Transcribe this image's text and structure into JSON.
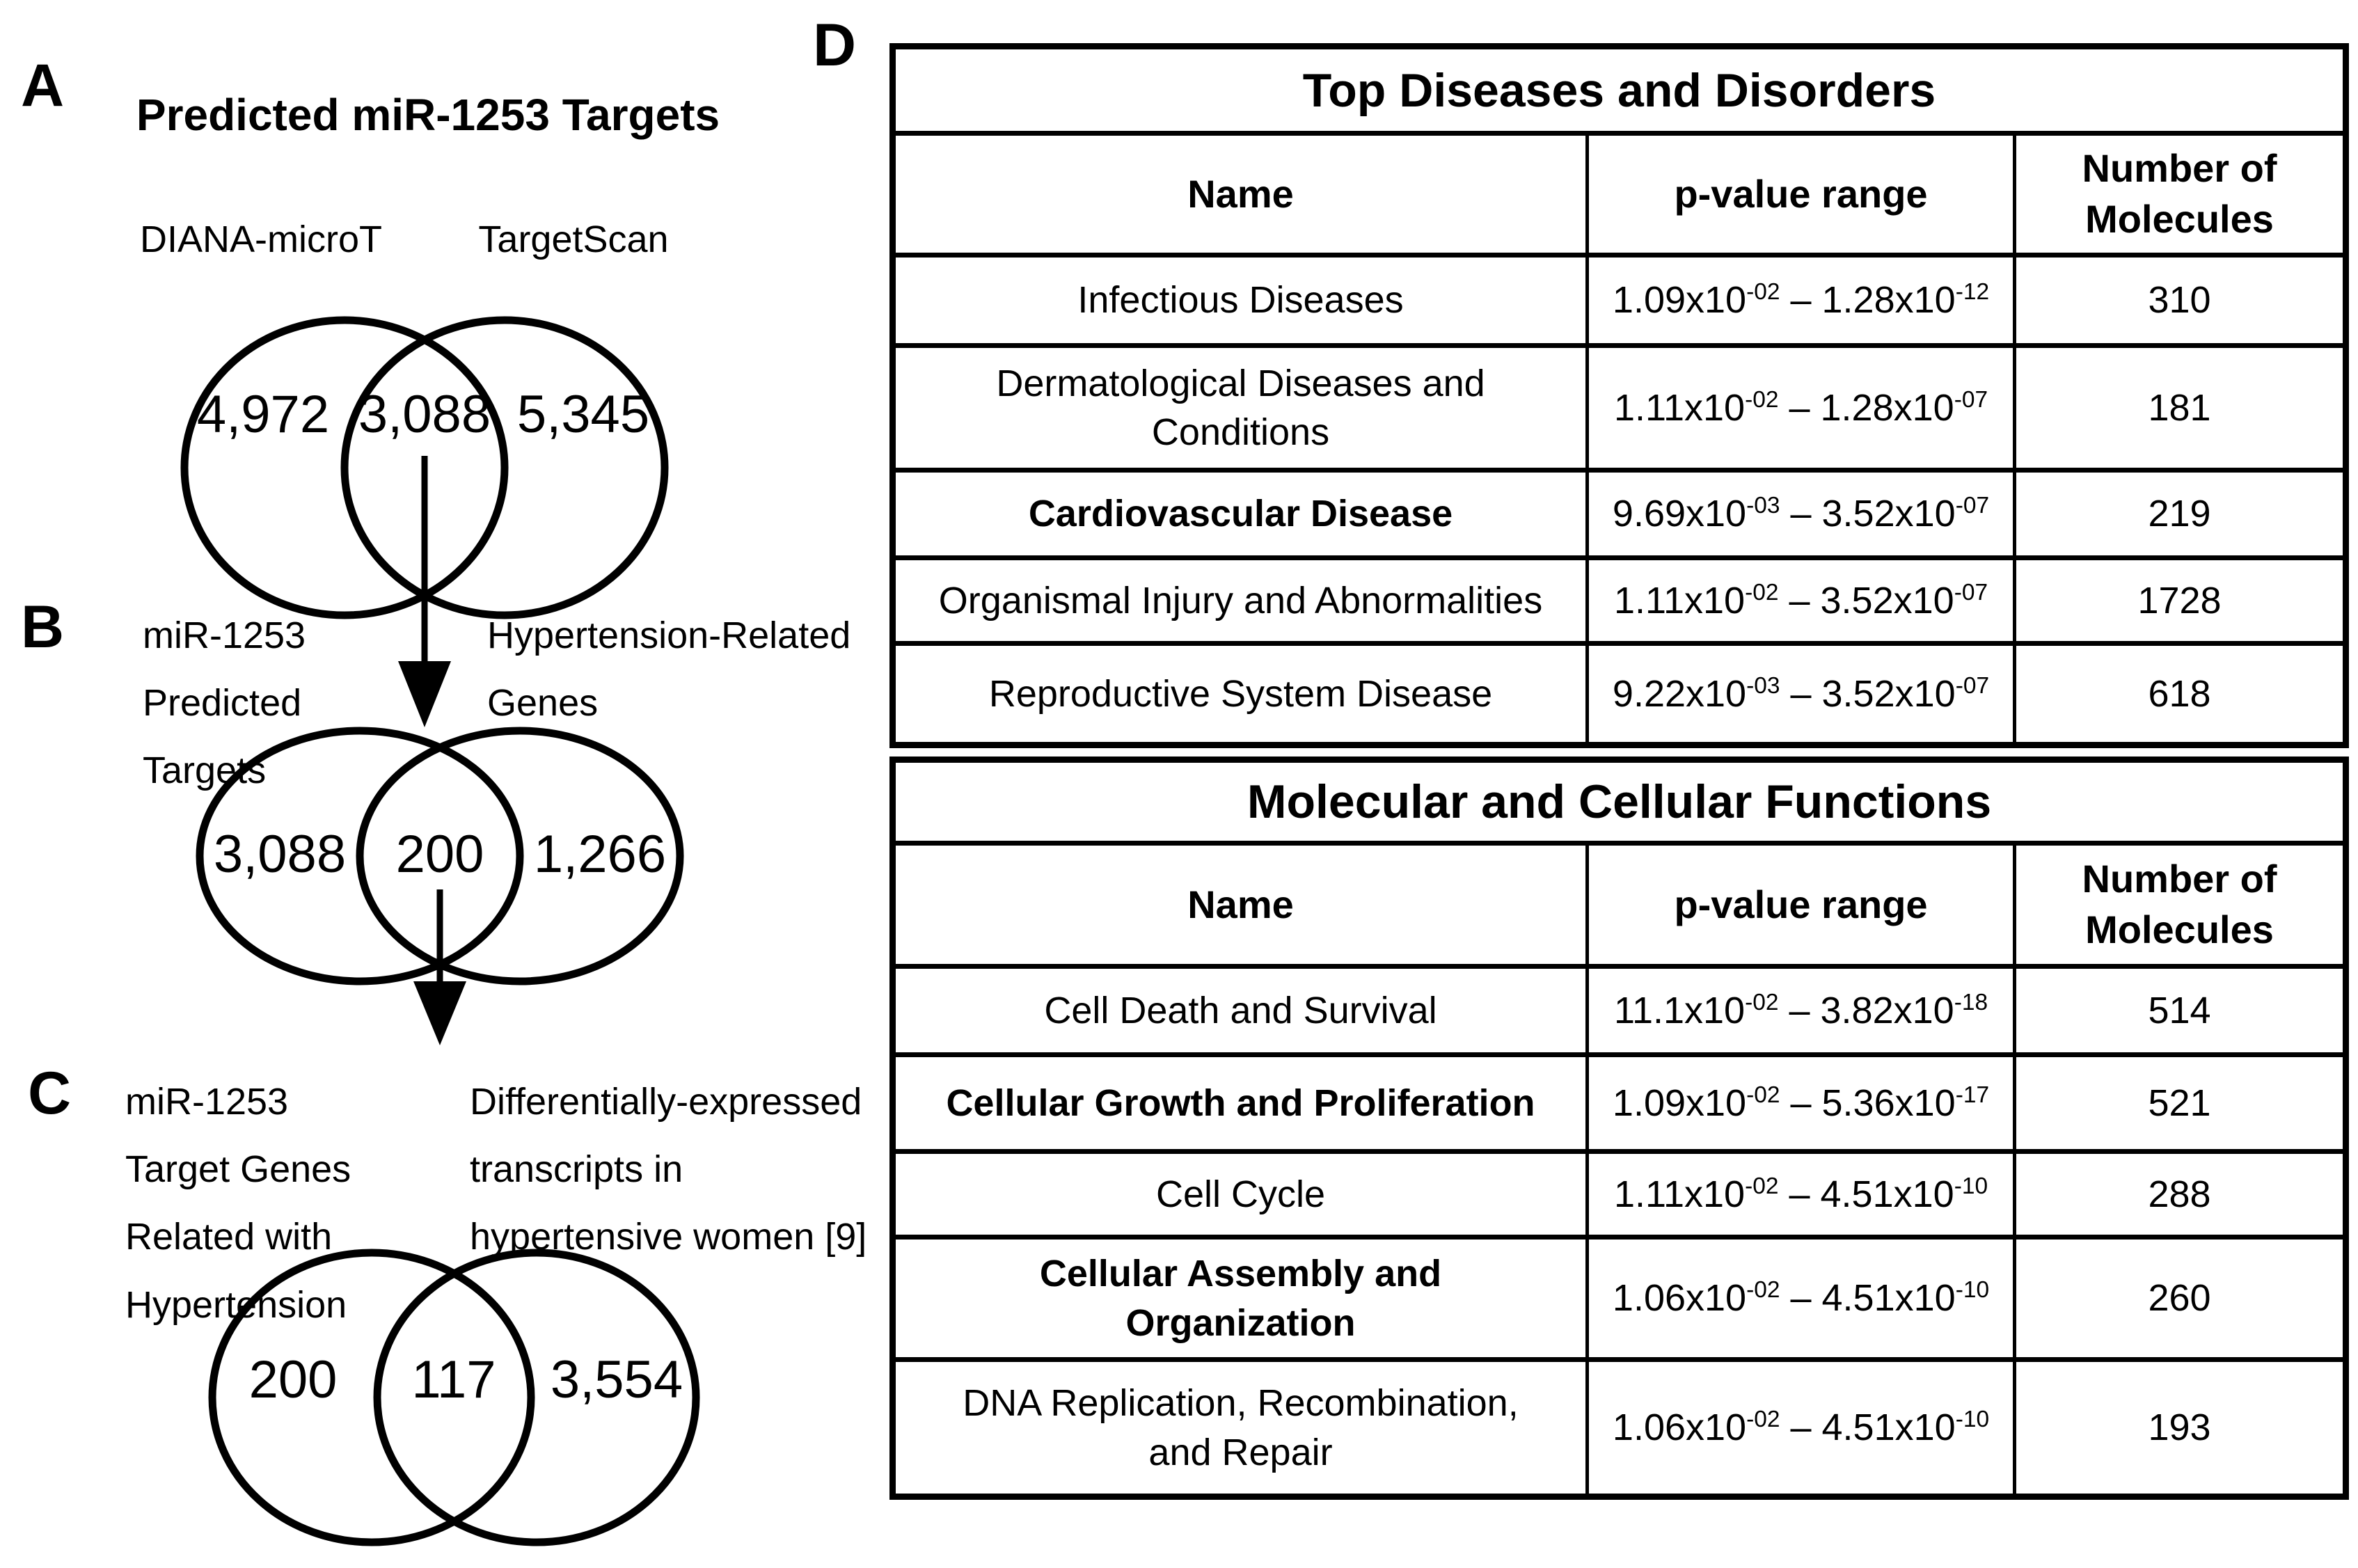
{
  "separator": " – ",
  "panels": {
    "a": {
      "letter": "A",
      "title": "Predicted miR-1253 Targets",
      "left_label": "DIANA-microT",
      "right_label": "TargetScan",
      "left_value": "4,972",
      "center_value": "3,088",
      "right_value": "5,345"
    },
    "b": {
      "letter": "B",
      "left_label": "miR-1253\nPredicted\nTargets",
      "right_label": "Hypertension-Related\nGenes",
      "left_value": "3,088",
      "center_value": "200",
      "right_value": "1,266"
    },
    "c": {
      "letter": "C",
      "left_label": "miR-1253\nTarget Genes\nRelated with\nHypertension",
      "right_label": "Differentially-expressed\ntranscripts in\nhypertensive women [9]",
      "left_value": "200",
      "center_value": "117",
      "right_value": "3,554"
    },
    "d": {
      "letter": "D"
    }
  },
  "tables": [
    {
      "title": "Top Diseases and Disorders",
      "columns": [
        "Name",
        "p-value range",
        "Number of\nMolecules"
      ],
      "rows": [
        {
          "name": "Infectious Diseases",
          "p1": "1.09x10",
          "e1": "-02",
          "p2": "1.28x10",
          "e2": "-12",
          "molecules": "310"
        },
        {
          "name": "Dermatological Diseases and\nConditions",
          "p1": "1.11x10",
          "e1": "-02",
          "p2": "1.28x10",
          "e2": "-07",
          "molecules": "181"
        },
        {
          "name": "Cardiovascular Disease",
          "p1": "9.69x10",
          "e1": "-03",
          "p2": "3.52x10",
          "e2": "-07",
          "molecules": "219"
        },
        {
          "name": "Organismal Injury and Abnormalities",
          "p1": "1.11x10",
          "e1": "-02",
          "p2": "3.52x10",
          "e2": "-07",
          "molecules": "1728"
        },
        {
          "name": "Reproductive System Disease",
          "p1": "9.22x10",
          "e1": "-03",
          "p2": "3.52x10",
          "e2": "-07",
          "molecules": "618"
        }
      ]
    },
    {
      "title": "Molecular and Cellular Functions",
      "columns": [
        "Name",
        "p-value range",
        "Number of\nMolecules"
      ],
      "rows": [
        {
          "name": "Cell Death and Survival",
          "p1": "11.1x10",
          "e1": "-02",
          "p2": "3.82x10",
          "e2": "-18",
          "molecules": "514"
        },
        {
          "name": "Cellular Growth and Proliferation",
          "p1": "1.09x10",
          "e1": "-02",
          "p2": "5.36x10",
          "e2": "-17",
          "molecules": "521"
        },
        {
          "name": "Cell Cycle",
          "p1": "1.11x10",
          "e1": "-02",
          "p2": "4.51x10",
          "e2": "-10",
          "molecules": "288"
        },
        {
          "name": "Cellular Assembly and\nOrganization",
          "p1": "1.06x10",
          "e1": "-02",
          "p2": "4.51x10",
          "e2": "-10",
          "molecules": "260"
        },
        {
          "name": "DNA Replication, Recombination,\nand Repair",
          "p1": "1.06x10",
          "e1": "-02",
          "p2": "4.51x10",
          "e2": "-10",
          "molecules": "193"
        }
      ]
    }
  ]
}
